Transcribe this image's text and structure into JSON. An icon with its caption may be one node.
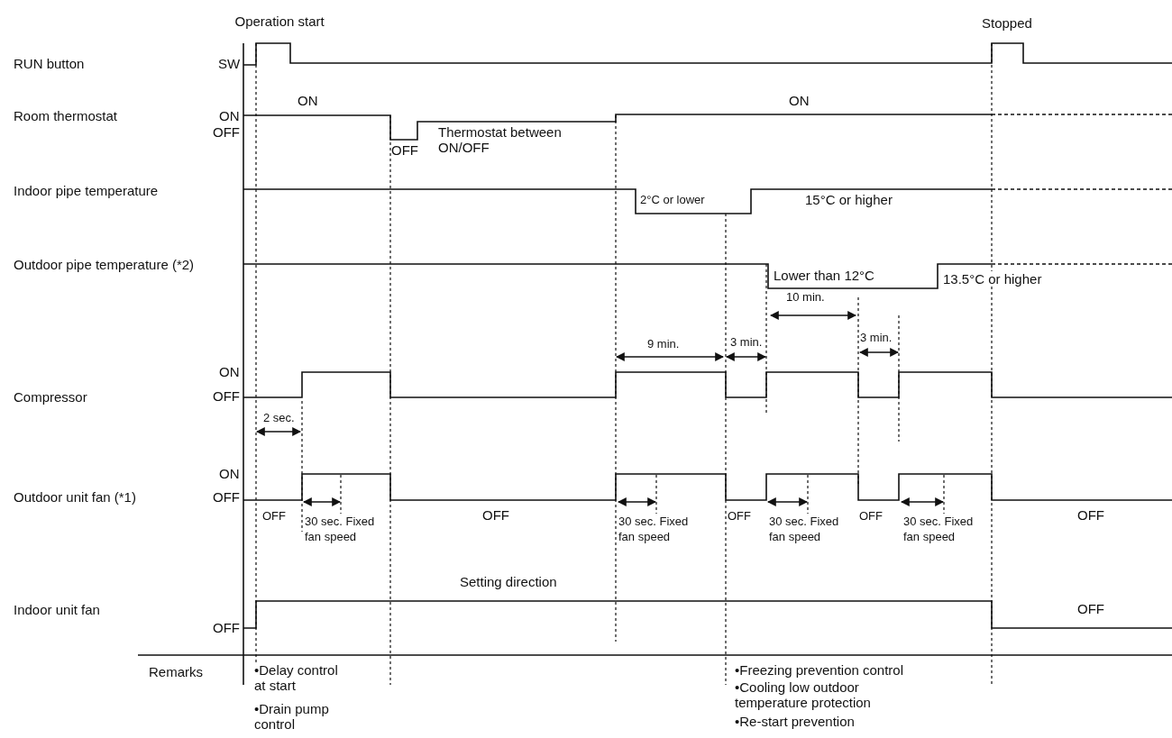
{
  "diagram": {
    "labels": [
      "Operation start",
      "Stopped",
      "RUN button",
      "SW",
      "Room thermostat",
      "ON",
      "OFF",
      "ON",
      "ON",
      "OFF",
      "Thermostat between ON/OFF",
      "Indoor pipe temperature",
      "2°C or lower",
      "15°C or higher",
      "Outdoor pipe temperature (*2)",
      "Lower than 12°C",
      "13.5°C or higher",
      "10 min.",
      "9 min.",
      "3 min.",
      "3 min.",
      "Compressor",
      "ON",
      "OFF",
      "2 sec.",
      "Outdoor unit fan (*1)",
      "ON",
      "OFF",
      "OFF",
      "30 sec. Fixed fan speed",
      "OFF",
      "30 sec. Fixed fan speed",
      "OFF",
      "30 sec. Fixed fan speed",
      "OFF",
      "30 sec. Fixed fan speed",
      "OFF",
      "Setting direction",
      "Indoor unit fan",
      "OFF",
      "OFF",
      "Remarks",
      "•Delay control at start",
      "•Drain pump control",
      "•Freezing prevention control",
      "•Cooling low outdoor temperature protection",
      "•Re-start prevention"
    ]
  }
}
